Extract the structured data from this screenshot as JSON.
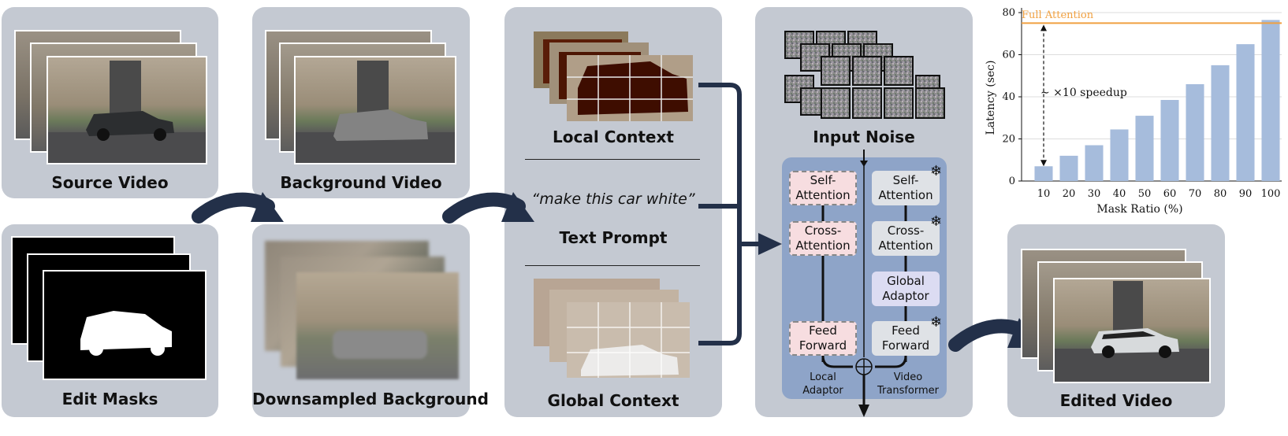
{
  "panels": {
    "source_video": "Source Video",
    "edit_masks": "Edit Masks",
    "background_video": "Background Video",
    "downsampled_background": "Downsampled Background",
    "local_context": "Local Context",
    "text_prompt_quote": "“make this car white”",
    "text_prompt": "Text Prompt",
    "global_context": "Global Context",
    "input_noise": "Input Noise",
    "edited_video": "Edited Video"
  },
  "blocks": {
    "local": {
      "self_attention": "Self-\nAttention",
      "cross_attention": "Cross-\nAttention",
      "feed_forward": "Feed\nForward",
      "name": "Local\nAdaptor"
    },
    "video": {
      "self_attention": "Self-\nAttention",
      "cross_attention": "Cross-\nAttention",
      "global_adaptor": "Global\nAdaptor",
      "feed_forward": "Feed\nForward",
      "name": "Video\nTransformer"
    },
    "frozen_symbol": "❄"
  },
  "colors": {
    "panel": "#c4c9d2",
    "transformer": "#8ea4c8",
    "arrow": "#233049",
    "bar": "#a6bcdc",
    "full_attention": "#f0a040",
    "local_block": "#f7dde0",
    "global_block": "#dcdcf2"
  },
  "chart_data": {
    "type": "bar",
    "categories": [
      "10",
      "20",
      "30",
      "40",
      "50",
      "60",
      "70",
      "80",
      "90",
      "100"
    ],
    "values": [
      7,
      12,
      17,
      24.5,
      31,
      38.5,
      46,
      55,
      65,
      76.5
    ],
    "xlabel": "Mask Ratio (%)",
    "ylabel": "Latency (sec)",
    "ylim": [
      0,
      80
    ],
    "yticks": [
      "0",
      "20",
      "40",
      "60",
      "80"
    ],
    "reference_line": {
      "label": "Full Attention",
      "value": 75
    },
    "annotation": "∼ ×10 speedup",
    "grid": true
  }
}
